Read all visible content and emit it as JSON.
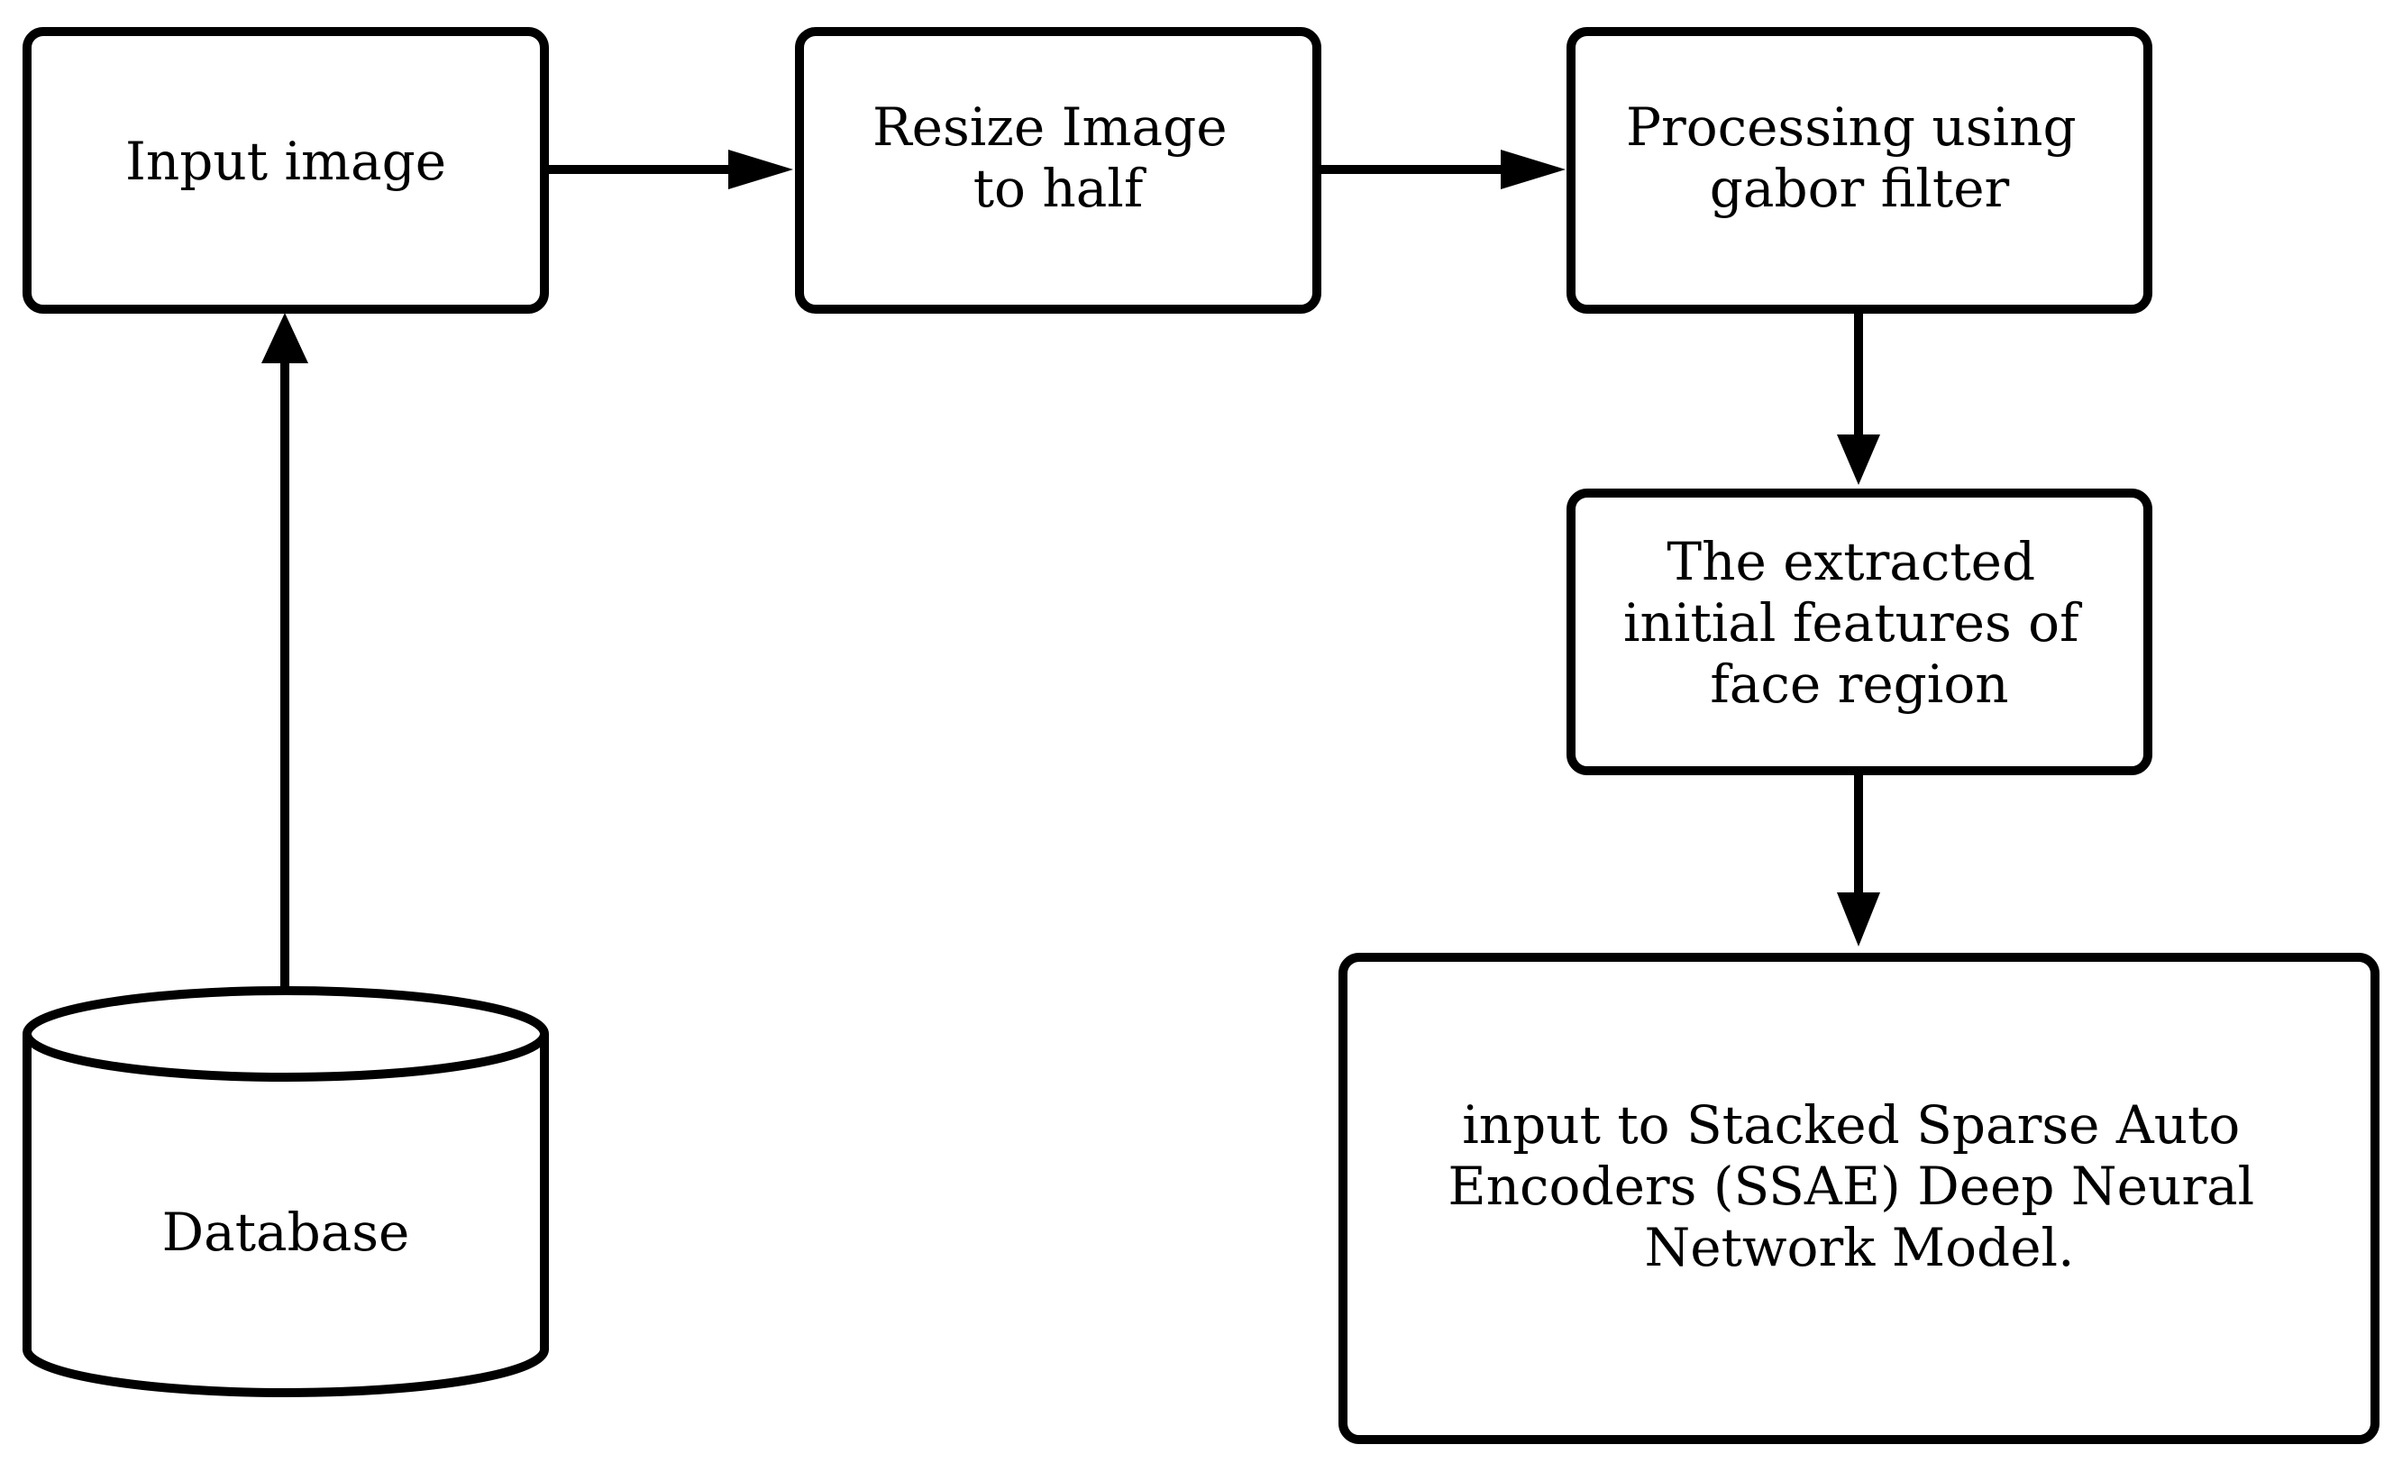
{
  "diagram": {
    "nodes": {
      "input_image": {
        "lines": [
          "Input image"
        ]
      },
      "resize_image": {
        "lines": [
          "Resize Image",
          "to half"
        ]
      },
      "gabor_processing": {
        "lines": [
          "Processing using",
          "gabor filter"
        ]
      },
      "extracted_features": {
        "lines": [
          "The extracted",
          "initial features of",
          "face region"
        ]
      },
      "ssae_model": {
        "lines": [
          "input to Stacked Sparse Auto",
          "Encoders (SSAE) Deep Neural",
          "Network Model."
        ]
      },
      "database": {
        "lines": [
          "Database"
        ]
      }
    },
    "edges": [
      {
        "from": "database",
        "to": "input_image"
      },
      {
        "from": "input_image",
        "to": "resize_image"
      },
      {
        "from": "resize_image",
        "to": "gabor_processing"
      },
      {
        "from": "gabor_processing",
        "to": "extracted_features"
      },
      {
        "from": "extracted_features",
        "to": "ssae_model"
      }
    ]
  }
}
